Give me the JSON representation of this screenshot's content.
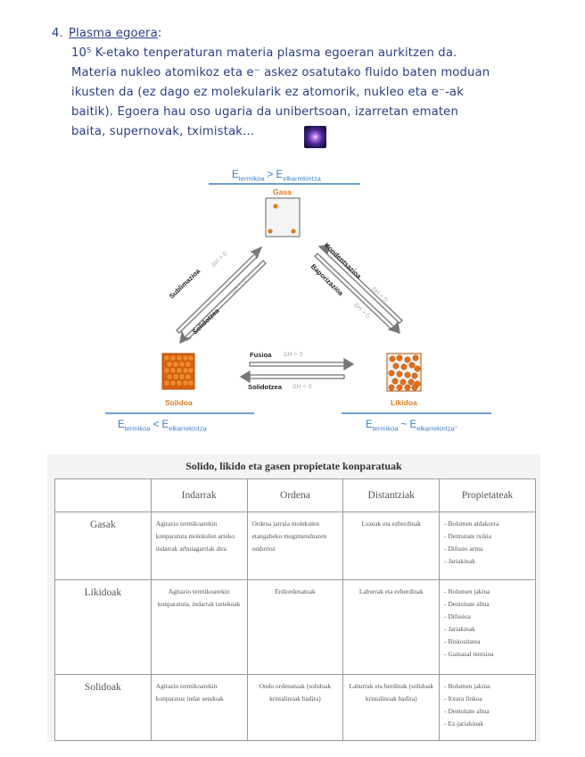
{
  "note": {
    "number": "4.",
    "title": "Plasma egoera",
    "title_suffix": ":",
    "lines": [
      "10⁵ K-etako tenperaturan materia plasma egoeran aurkitzen da.",
      "Materia nukleo atomikoz eta e⁻ askez osatutako fluido baten moduan",
      "ikusten da (ez dago ez molekularik ez atomorik, nukleo eta e⁻-ak",
      "baitik). Egoera hau oso ugaria da unibertsoan, izarretan ematen",
      "baita, supernovak, tximistak..."
    ]
  },
  "diagram": {
    "top_energy": {
      "left": "E",
      "left_sub": "termikoa",
      "op": " > ",
      "right": "E",
      "right_sub": "elkarrekintza"
    },
    "left_energy": {
      "left": "E",
      "left_sub": "termikoa",
      "op": " < ",
      "right": "E",
      "right_sub": "elkarrekintza"
    },
    "right_energy": {
      "left": "E",
      "left_sub": "termikoa",
      "op": " ~ ",
      "right": "E",
      "right_sub": "elkarrekintza",
      "suffix": "."
    },
    "phases": {
      "gas": "Gasa",
      "solid": "Solidoa",
      "liquid": "Likidoa"
    },
    "processes": {
      "sublimation": "Sublimazioa",
      "solidification_left": "Solidotzea",
      "condensation": "Kondentsazioa",
      "vaporization": "Baporizazioa",
      "fusion": "Fusioa",
      "solidification_bottom": "Solidotzea"
    },
    "enthalpies": {
      "sublimation": "ΔH > 0",
      "solidification_left": "ΔH < 0",
      "condensation": "ΔH < 0",
      "vaporization": "ΔH > 0",
      "fusion": "ΔH > 0",
      "solidification_bottom": "ΔH < 0"
    }
  },
  "table": {
    "title": "Solido, likido eta gasen propietate konparatuak",
    "headers": [
      "",
      "Indarrak",
      "Ordena",
      "Distantziak",
      "Propietateak"
    ],
    "rows": [
      {
        "name": "Gasak",
        "indarrak": "Agitazio termikoarekin konparatuta molekulen arteko indarrak arbuiagarriak dira",
        "ordena": "Ordena jarraia molekulen etangabeko mugimenduaren ondorioz",
        "distantziak": "Luzeak eta ezberdinak",
        "props": [
          "Bolumen aldakorra",
          "Dentsitate txikia",
          "Difusio arina",
          "Jariakinak"
        ]
      },
      {
        "name": "Likidoak",
        "indarrak": "Agitazio termikoarekin konparatuta, indarrak tartekoak",
        "ordena": "Erdiordenatuak",
        "distantziak": "Laburrak eta ezberdinak",
        "props": [
          "Bolumen jakina",
          "Dentsitate altua",
          "Difusioa",
          "Jariakinak",
          "Biskositatea",
          "Gainazal tentsioa"
        ]
      },
      {
        "name": "Solidoak",
        "indarrak": "Agitazio termikoarekin konparatuz indar sendoak",
        "ordena": "Ondo ordenatuak (solidoak kristalinoak badira)",
        "distantziak": "Laburrak eta berdinak (solidoak kristalinoak badira)",
        "props": [
          "Bolumen jakina",
          "Itxura finkoa",
          "Dentsitate altua",
          "Ez-jariakinak"
        ]
      }
    ]
  },
  "colors": {
    "ink": "#2a3f86",
    "energy_blue": "#3f7fc4",
    "phase_orange": "#e07a1e",
    "arrow_gray": "#777777"
  }
}
